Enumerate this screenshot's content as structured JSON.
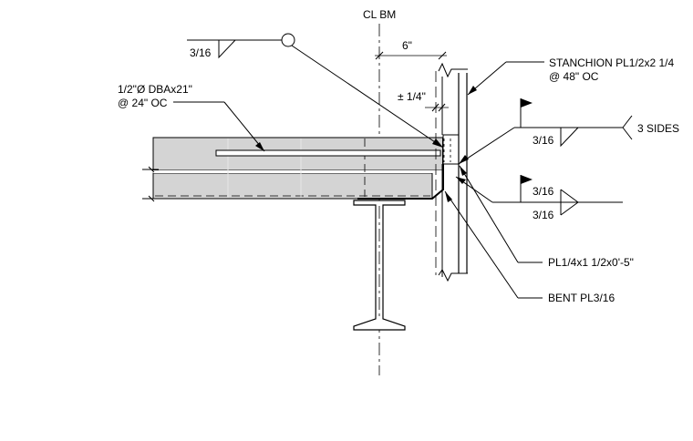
{
  "labels": {
    "cl_bm": "CL BM",
    "dim_6": "6\"",
    "dim_quarter": "± 1/4\"",
    "weld_top": "3/16",
    "stud_line1": "1/2\"Ø DBAx21\"",
    "stud_line2": "@ 24\" OC",
    "stanchion_line1": "STANCHION PL1/2x2 1/4",
    "stanchion_line2": "@ 48\" OC",
    "weld_3sides_size": "3/16",
    "weld_3sides_note": "3 SIDES",
    "weld_both_top": "3/16",
    "weld_both_bottom": "3/16",
    "plate_label": "PL1/4x1 1/2x0'-5\"",
    "bent_plate_label": "BENT PL3/16"
  },
  "colors": {
    "line": "#000000",
    "concrete": "#d4d4d4",
    "background": "#ffffff"
  }
}
